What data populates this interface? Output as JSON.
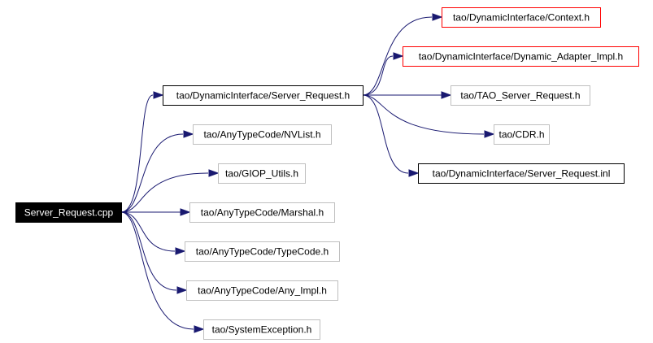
{
  "diagram": {
    "root": {
      "label": "Server_Request.cpp",
      "style": "root"
    },
    "nodes": {
      "server_request_h": {
        "label": "tao/DynamicInterface/Server_Request.h",
        "style": "documented"
      },
      "nvlist_h": {
        "label": "tao/AnyTypeCode/NVList.h",
        "style": "external"
      },
      "giop_utils_h": {
        "label": "tao/GIOP_Utils.h",
        "style": "external"
      },
      "marshal_h": {
        "label": "tao/AnyTypeCode/Marshal.h",
        "style": "external"
      },
      "typecode_h": {
        "label": "tao/AnyTypeCode/TypeCode.h",
        "style": "external"
      },
      "any_impl_h": {
        "label": "tao/AnyTypeCode/Any_Impl.h",
        "style": "external"
      },
      "systemexception_h": {
        "label": "tao/SystemException.h",
        "style": "external"
      },
      "context_h": {
        "label": "tao/DynamicInterface/Context.h",
        "style": "missing"
      },
      "dynamic_adapter_impl_h": {
        "label": "tao/DynamicInterface/Dynamic_Adapter_Impl.h",
        "style": "missing"
      },
      "tao_server_request_h": {
        "label": "tao/TAO_Server_Request.h",
        "style": "external"
      },
      "cdr_h": {
        "label": "tao/CDR.h",
        "style": "external"
      },
      "server_request_inl": {
        "label": "tao/DynamicInterface/Server_Request.inl",
        "style": "documented"
      }
    },
    "edges": [
      [
        "root",
        "server_request_h"
      ],
      [
        "root",
        "nvlist_h"
      ],
      [
        "root",
        "giop_utils_h"
      ],
      [
        "root",
        "marshal_h"
      ],
      [
        "root",
        "typecode_h"
      ],
      [
        "root",
        "any_impl_h"
      ],
      [
        "root",
        "systemexception_h"
      ],
      [
        "server_request_h",
        "context_h"
      ],
      [
        "server_request_h",
        "dynamic_adapter_impl_h"
      ],
      [
        "server_request_h",
        "tao_server_request_h"
      ],
      [
        "server_request_h",
        "cdr_h"
      ],
      [
        "server_request_h",
        "server_request_inl"
      ]
    ],
    "colors": {
      "edge": "#191970",
      "root_fill": "#000000",
      "root_text": "#ffffff",
      "documented_border": "#000000",
      "external_border": "#bfbfbf",
      "missing_border": "#ff0000",
      "text": "#000000"
    }
  }
}
